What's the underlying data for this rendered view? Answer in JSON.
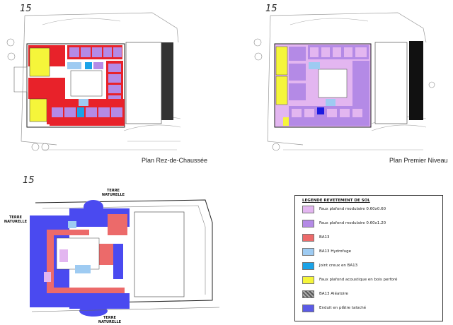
{
  "plans": {
    "ground": {
      "number": "15",
      "caption": "Plan Rez-de-Chaussée"
    },
    "first": {
      "number": "15",
      "caption": "Plan Premier Niveau"
    },
    "third": {
      "number": "15",
      "label_terre_top_1": "TERRE",
      "label_terre_top_2": "NATURELLE",
      "label_terre_left_1": "TERRE",
      "label_terre_left_2": "NATURELLE",
      "label_terre_bottom_1": "TERRE",
      "label_terre_bottom_2": "NATURELLE"
    }
  },
  "legend": {
    "title": "LEGENDE REVETEMENT DE SOL",
    "items": [
      {
        "label": "Faux plafond modulaire 0.60x0.60",
        "color": "#e3b6f0"
      },
      {
        "label": "Faux plafond modulaire 0.60x1.20",
        "color": "#b48ae6"
      },
      {
        "label": "BA13",
        "color": "#ec6a6a"
      },
      {
        "label": "BA13 Hydrofuge",
        "color": "#9ecbf2"
      },
      {
        "label": "Joint creux en BA13",
        "color": "#1aa3e8"
      },
      {
        "label": "Faux plafond acoustique en bois perforé",
        "color": "#f5f53a"
      },
      {
        "label": "BA13 Aléatoire",
        "color": "#8a8a8a"
      },
      {
        "label": "Enduit en plâtre taloché",
        "color": "#5b5be6"
      }
    ]
  },
  "colors": {
    "red": "#e8222a",
    "pink": "#ec6a6a",
    "mauve": "#b48ae6",
    "lilac": "#e3b6f0",
    "yellow": "#f5f53a",
    "lightblue": "#9ecbf2",
    "cyan": "#1aa3e8",
    "blue": "#4a4af0",
    "grey": "#8a8a8a"
  }
}
